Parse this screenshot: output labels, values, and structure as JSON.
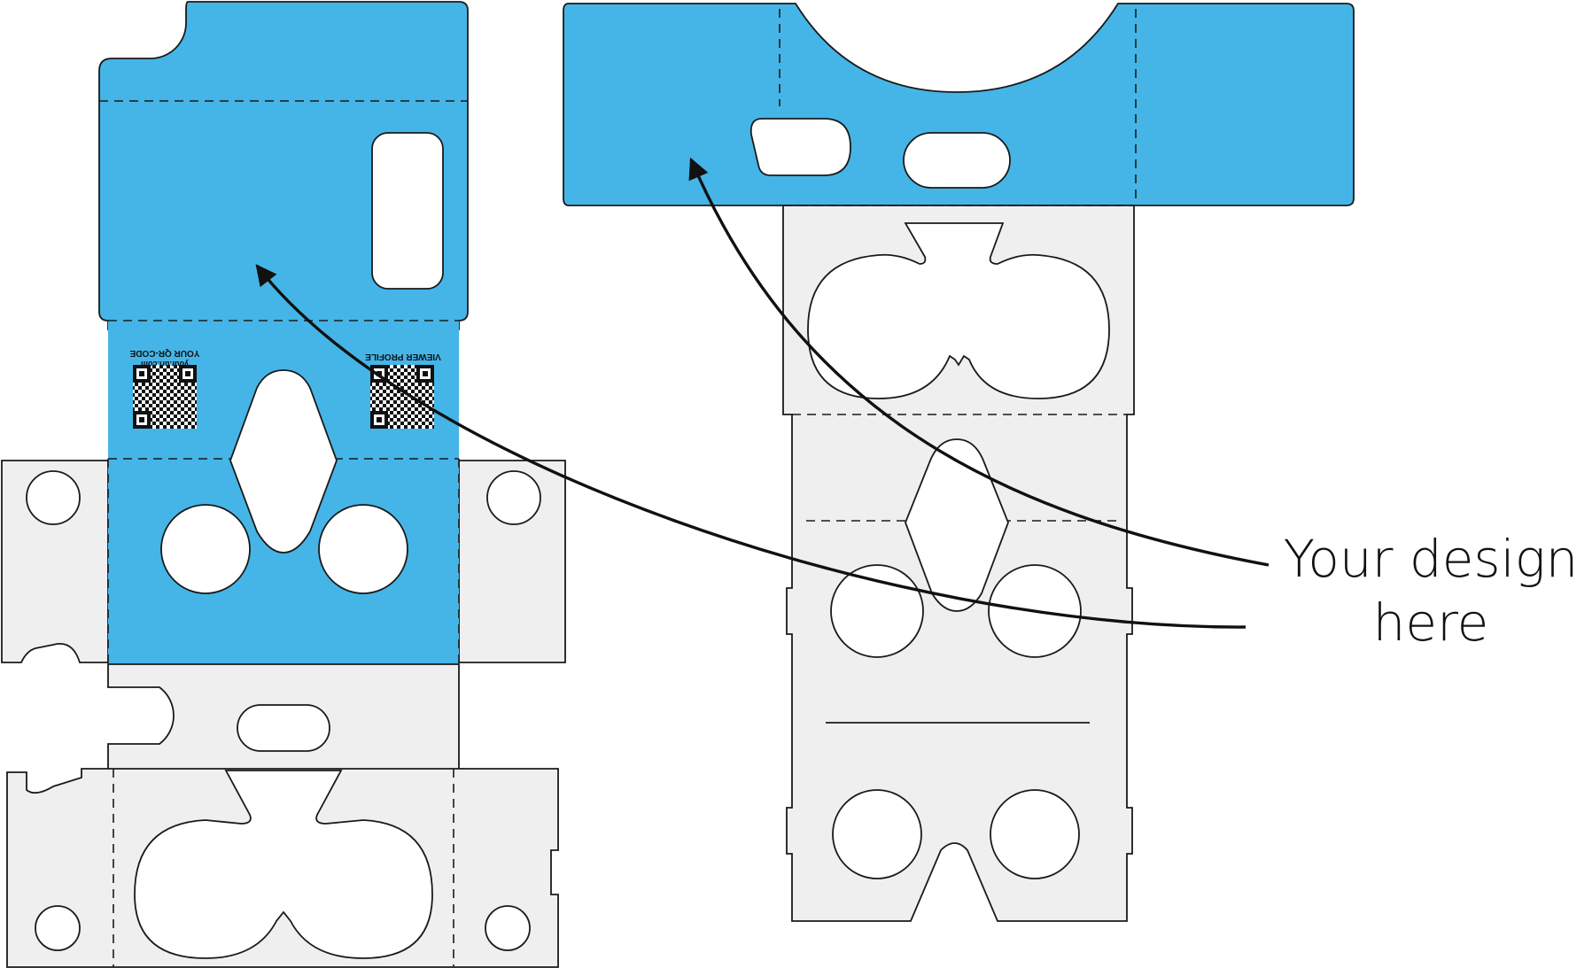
{
  "callout": {
    "line1": "Your design",
    "line2": "here"
  },
  "left_template": {
    "qr_left_caption": "YOUR QR-CODE",
    "qr_left_url": "your.url.com",
    "qr_right_caption": "VIEWER PROFILE"
  },
  "colors": {
    "print_area": "#45b5e7",
    "cardboard": "#efefef",
    "outline": "#1a1a1a"
  }
}
